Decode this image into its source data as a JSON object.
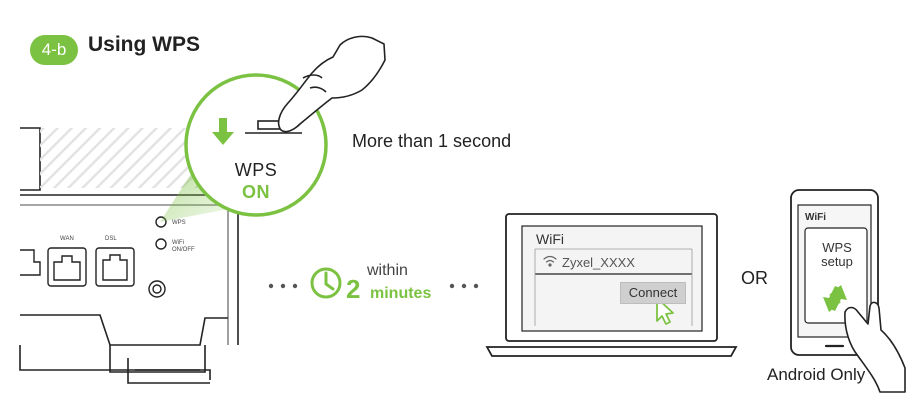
{
  "step": {
    "badge": "4-b",
    "title": "Using WPS"
  },
  "press": {
    "instruction": "More than 1 second",
    "button_label": "WPS",
    "button_state": "ON"
  },
  "router": {
    "ports": {
      "wps": "WPS",
      "wifi": "WiFi",
      "wifi_sub": "ON/OFF",
      "wan": "WAN",
      "dsl": "DSL"
    }
  },
  "timing": {
    "within": "within",
    "number": "2",
    "unit": "minutes"
  },
  "laptop": {
    "title": "WiFi",
    "network": "Zyxel_XXXX",
    "connect": "Connect"
  },
  "or_label": "OR",
  "phone": {
    "title": "WiFi",
    "line1": "WPS",
    "line2": "setup",
    "caption": "Android Only"
  },
  "colors": {
    "accent_green": "#7cc242",
    "line": "#222222",
    "screen_gray": "#f2f2f2"
  },
  "icons": [
    "down-arrow-icon",
    "clock-icon",
    "wifi-icon",
    "cursor-icon",
    "refresh-arrows-icon",
    "hand-icon"
  ]
}
